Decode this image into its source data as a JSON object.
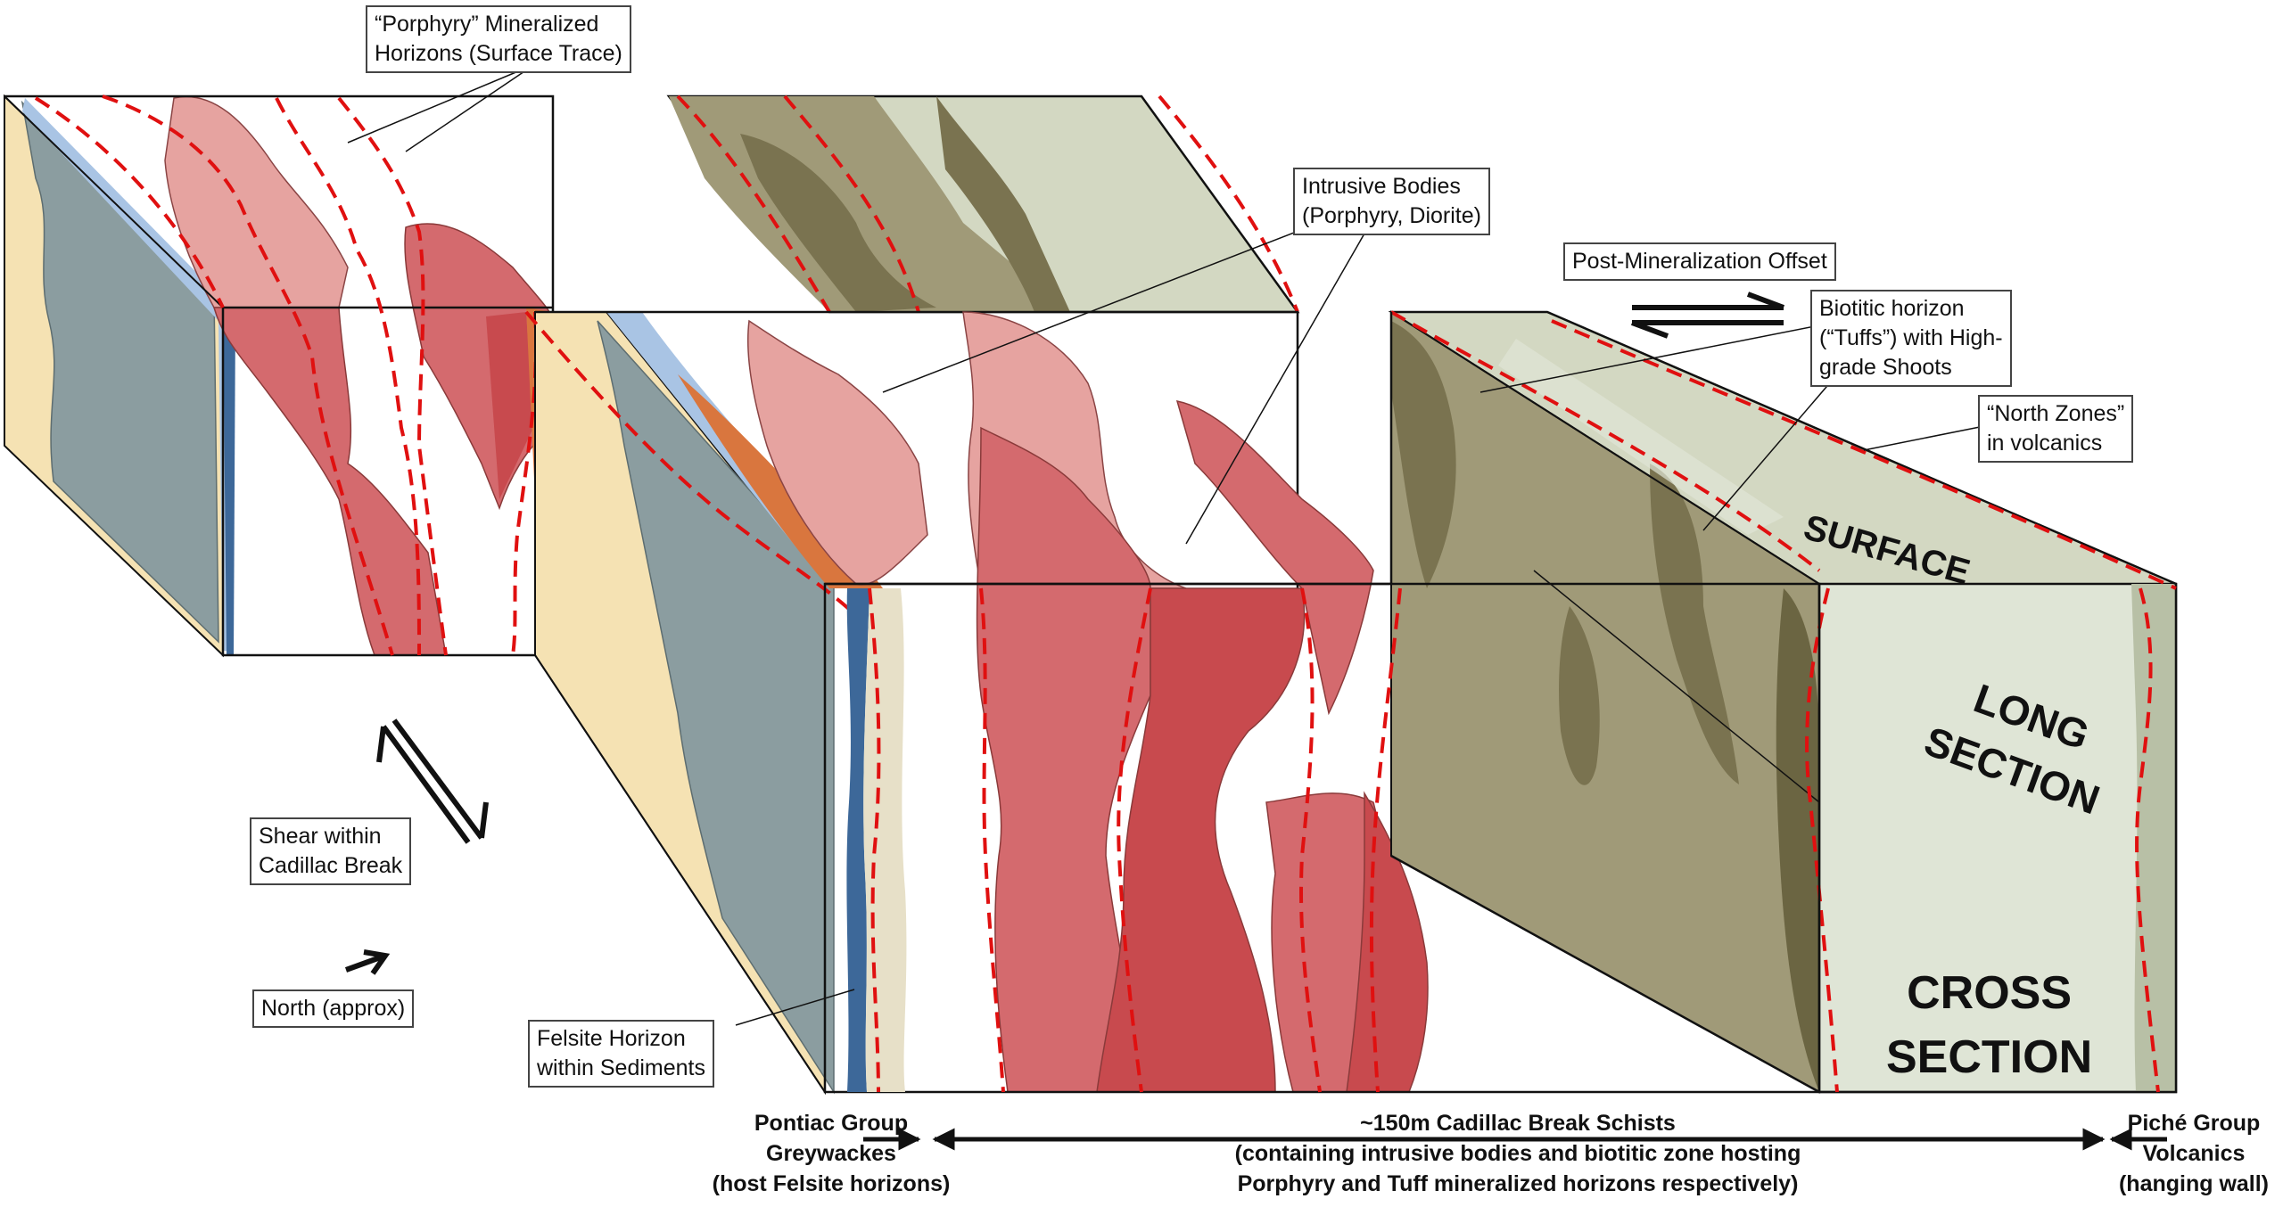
{
  "colors": {
    "greywacke": "#8b9da0",
    "sediment_tan": "#f5e2b3",
    "felsite": "#a9c4e4",
    "felsite_dark": "#3d6899",
    "porphyry_light": "#e6a3a0",
    "porphyry": "#d46a6e",
    "porphyry_dark": "#c84a4e",
    "orange_contact": "#d9763e",
    "schist_dark": "#7a7350",
    "schist_mid": "#a09a78",
    "schist_light": "#d3d8c2",
    "volcanics_pale": "#dfe5d6",
    "trace_red": "#e01010",
    "line": "#111111"
  },
  "labels": {
    "porphyry_horizons": "“Porphyry” Mineralized\nHorizons (Surface Trace)",
    "intrusive_bodies": "Intrusive Bodies\n(Porphyry, Diorite)",
    "post_offset": "Post-Mineralization Offset",
    "biotitic": "Biotitic horizon\n(“Tuffs”) with High-\ngrade Shoots",
    "north_zones": "“North Zones”\nin volcanics",
    "shear": "Shear within\nCadillac Break",
    "north": "North (approx)",
    "felsite": "Felsite Horizon\nwithin Sediments"
  },
  "stamps": {
    "surface": "SURFACE",
    "long_section": "LONG\nSECTION",
    "cross_section": "CROSS\nSECTION"
  },
  "bottom": {
    "pontiac": "Pontiac Group\nGreywackes\n(host Felsite horizons)",
    "cadillac": "~150m Cadillac Break Schists\n(containing intrusive bodies and biotitic zone hosting\nPorphyry and Tuff mineralized horizons respectively)",
    "piche": "Piché Group\nVolcanics\n(hanging wall)"
  }
}
